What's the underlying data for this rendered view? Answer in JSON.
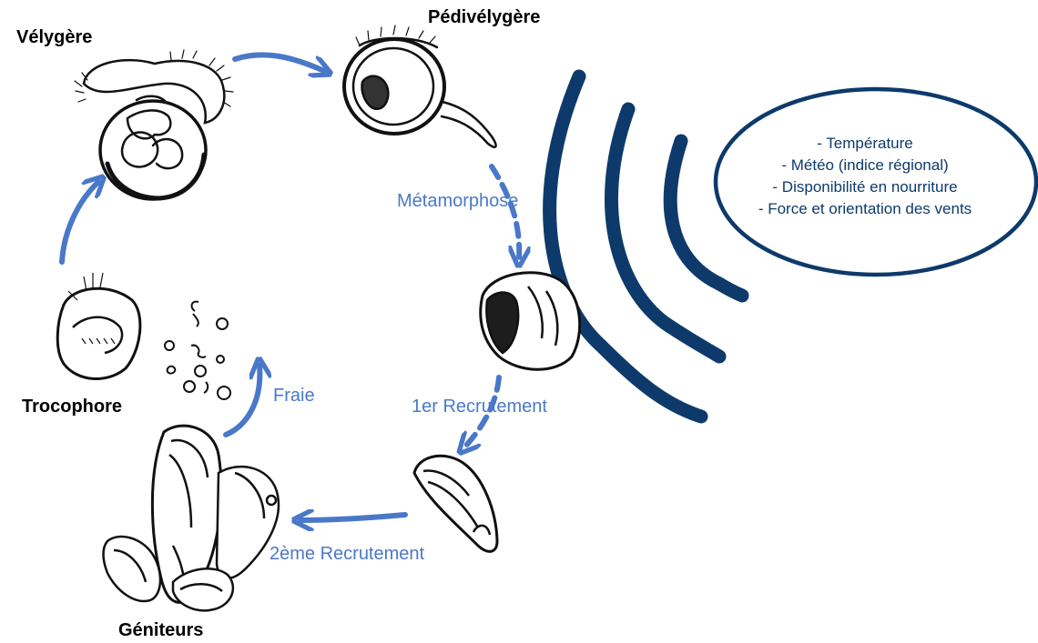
{
  "stages": {
    "velygere": "Vélygère",
    "pedivelygere": "Pédivélygère",
    "trocophore": "Trocophore",
    "geniteurs": "Géniteurs"
  },
  "transitions": {
    "metamorphose": "Métamorphose",
    "recrutement1": "1er Recrutement",
    "recrutement2": "2ème Recrutement",
    "fraie": "Fraie"
  },
  "factors": [
    "- Température",
    "- Météo (indice régional)",
    "- Disponibilité en nourriture",
    "- Force et orientation des vents"
  ],
  "colors": {
    "arrow": "#4a78c9",
    "waves": "#0d3a6b",
    "factor_text": "#0d3a6b",
    "ink": "#000000"
  }
}
